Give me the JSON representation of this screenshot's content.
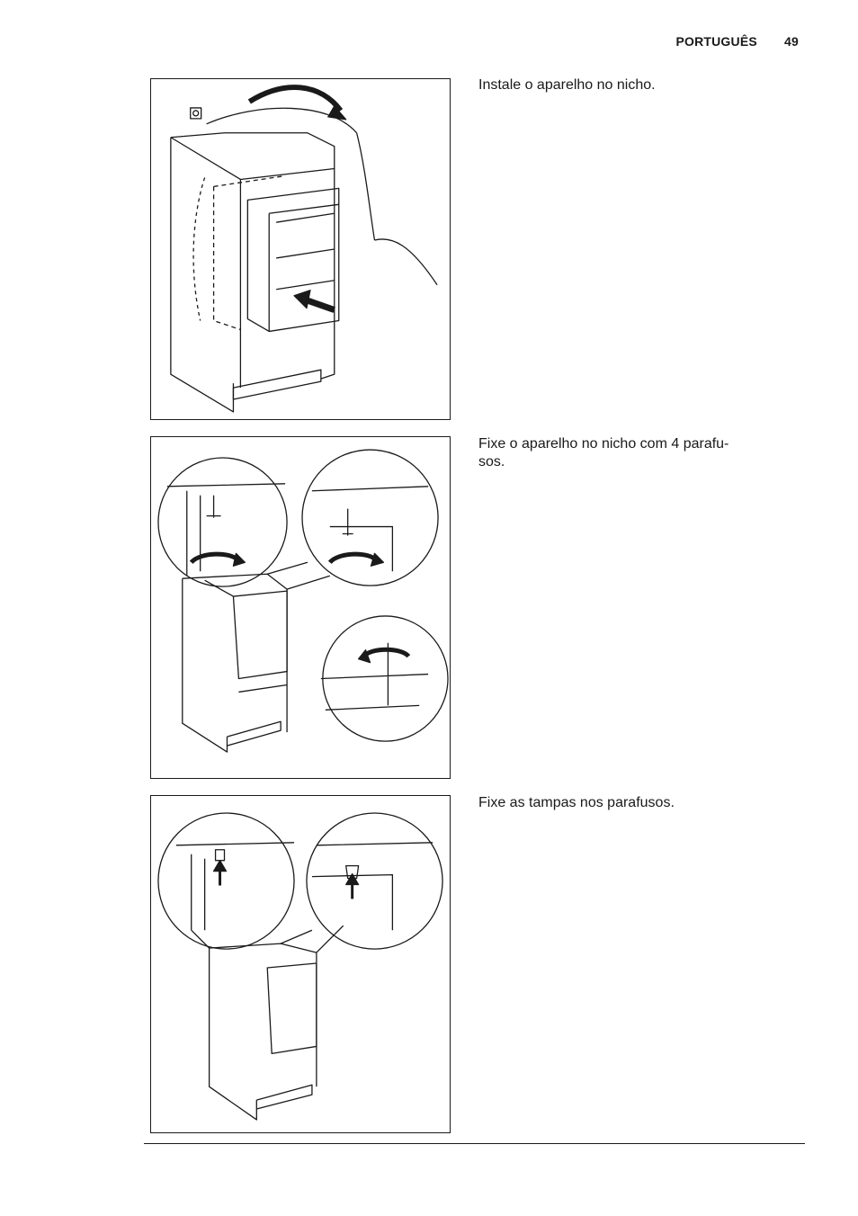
{
  "header": {
    "language": "PORTUGUÊS",
    "page_number": "49"
  },
  "steps": [
    {
      "text": "Instale o aparelho no nicho."
    },
    {
      "text": "Fixe o aparelho no nicho com 4 parafu-\nsos."
    },
    {
      "text": "Fixe as tampas nos parafusos."
    }
  ],
  "colors": {
    "ink": "#1a1a1a",
    "paper": "#ffffff"
  },
  "icons": [
    "power-socket-icon",
    "rotate-arrow-icon",
    "push-arrow-icon"
  ]
}
